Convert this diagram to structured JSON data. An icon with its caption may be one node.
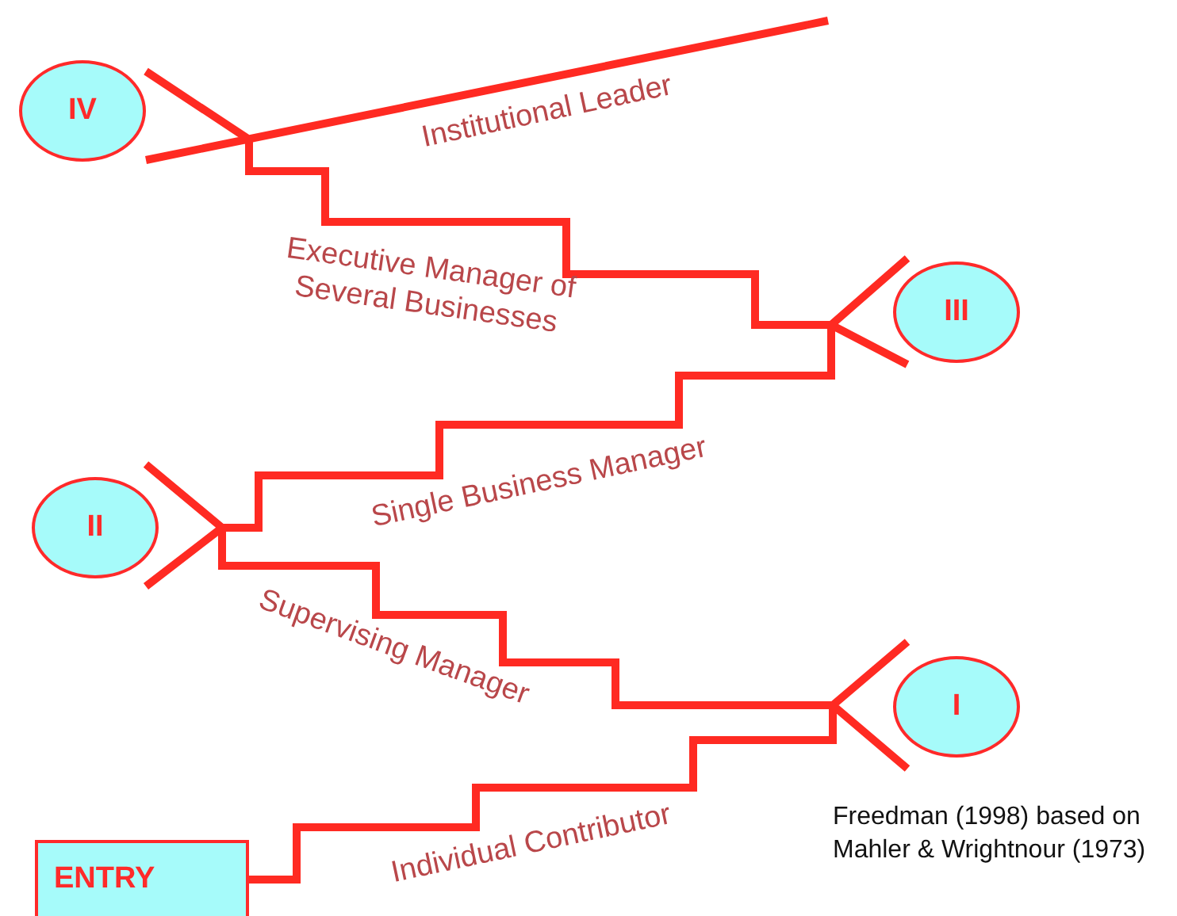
{
  "diagram": {
    "nodes": [
      {
        "text": [
          "IV"
        ]
      },
      {
        "text": [
          "III"
        ]
      },
      {
        "text": [
          "II"
        ]
      },
      {
        "text": [
          "I"
        ]
      },
      {
        "text": [
          "ENTRY"
        ]
      }
    ],
    "labels": [
      "Institutional Leader",
      "Executive Manager of Several Businesses",
      "Single Business Manager",
      "Supervising Manager",
      "Individual Contributor",
      "Freedman (1998) based on Mahler & Wrightnour (1973)"
    ]
  }
}
